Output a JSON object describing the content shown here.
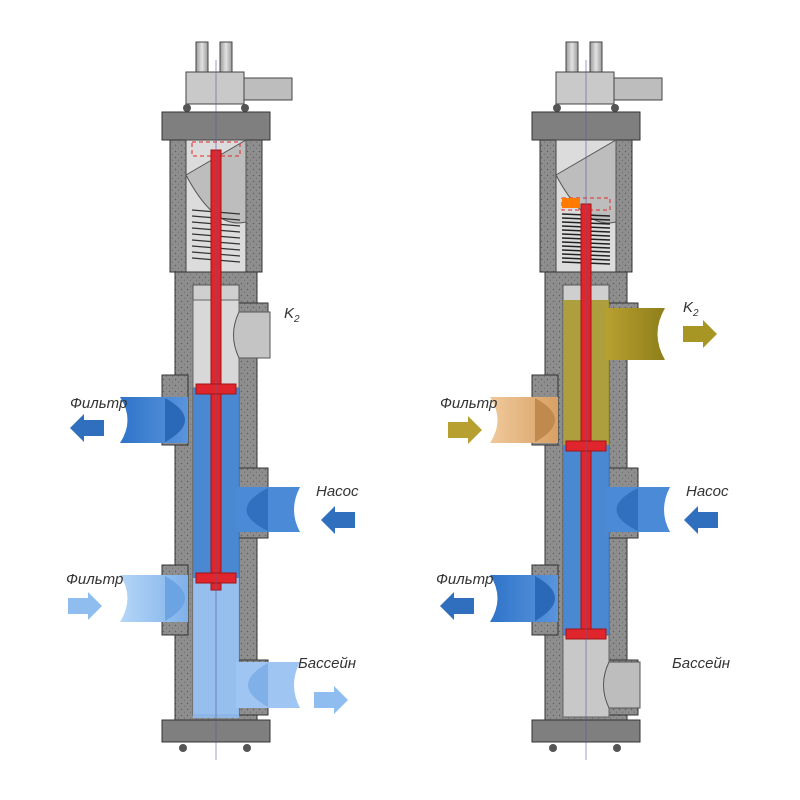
{
  "left_valve": {
    "labels": {
      "k2": "K",
      "k2_sub": "2",
      "filter_top": "Фильтр",
      "pump": "Насос",
      "filter_bottom": "Фильтр",
      "pool": "Бассейн"
    }
  },
  "right_valve": {
    "labels": {
      "k2": "K",
      "k2_sub": "2",
      "filter_top": "Фильтр",
      "pump": "Насос",
      "filter_bottom": "Фильтр",
      "pool": "Бассейн"
    }
  },
  "colors": {
    "body_gray": "#8a8a8a",
    "inner_gray": "#c8c8c8",
    "water_blue": "#3b7fd1",
    "light_blue": "#8fbdf0",
    "pump_blue": "#2f6fbe",
    "rod_red": "#e0262c",
    "olive": "#a89624",
    "tan": "#d9a56a",
    "orange": "#ff7a00"
  }
}
